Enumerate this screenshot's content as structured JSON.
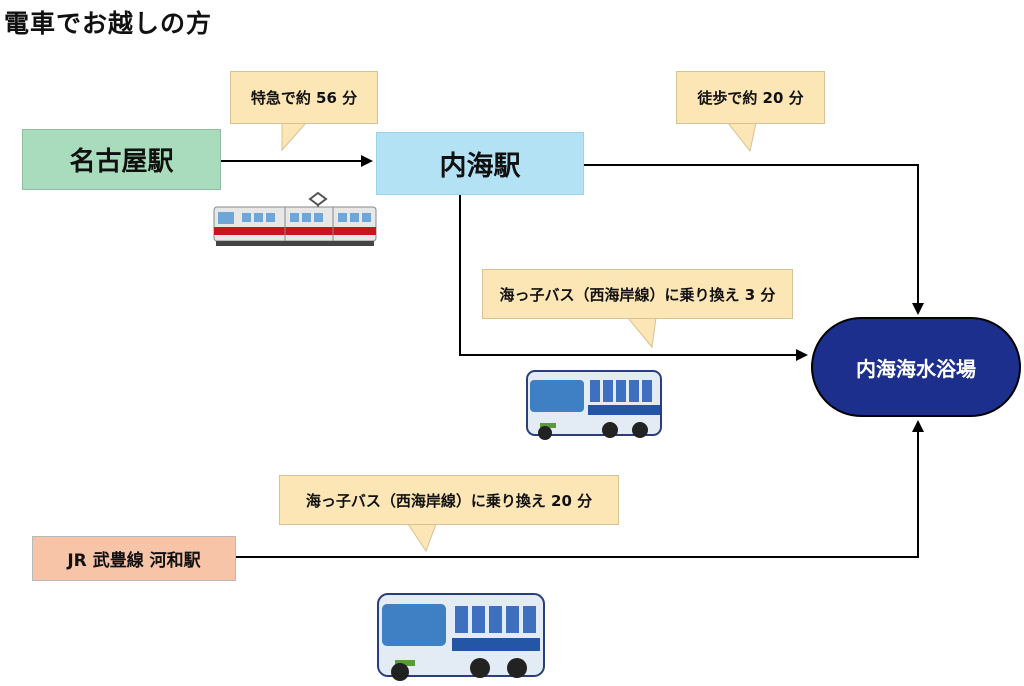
{
  "title": "電車でお越しの方",
  "nodes": {
    "nagoya": "名古屋駅",
    "utsumi": "内海駅",
    "beach": "内海海水浴場",
    "jr": "JR 武豊線 河和駅"
  },
  "callouts": {
    "express": "特急で約 56 分",
    "walk": "徒歩で約 20 分",
    "bus_short": "海っ子バス（西海岸線）に乗り換え 3 分",
    "bus_long": "海っ子バス（西海岸線）に乗り換え 20 分"
  },
  "colors": {
    "nagoya_fill": "#a9dcbc",
    "utsumi_fill": "#b3e2f5",
    "beach_fill": "#1c2f8d",
    "jr_fill": "#f8c4a8",
    "callout_fill": "#fde6b6"
  },
  "illustrations": [
    "train-illustration",
    "bus-illustration",
    "bus-illustration"
  ]
}
